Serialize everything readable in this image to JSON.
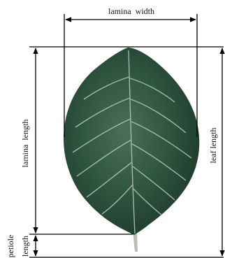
{
  "labels": {
    "lamina_width": "lamina  width",
    "lamina_length": "lamina  length",
    "leaf_length": "leaf length",
    "petiole_length_line1": "petiole",
    "petiole_length_line2": "length"
  },
  "colors": {
    "leaf_dark": "#1f3a2b",
    "leaf_mid": "#2e5540",
    "leaf_light": "#4a6f5a",
    "vein": "#b9c8bd",
    "petiole": "#b8bdb3",
    "line": "#000000"
  }
}
